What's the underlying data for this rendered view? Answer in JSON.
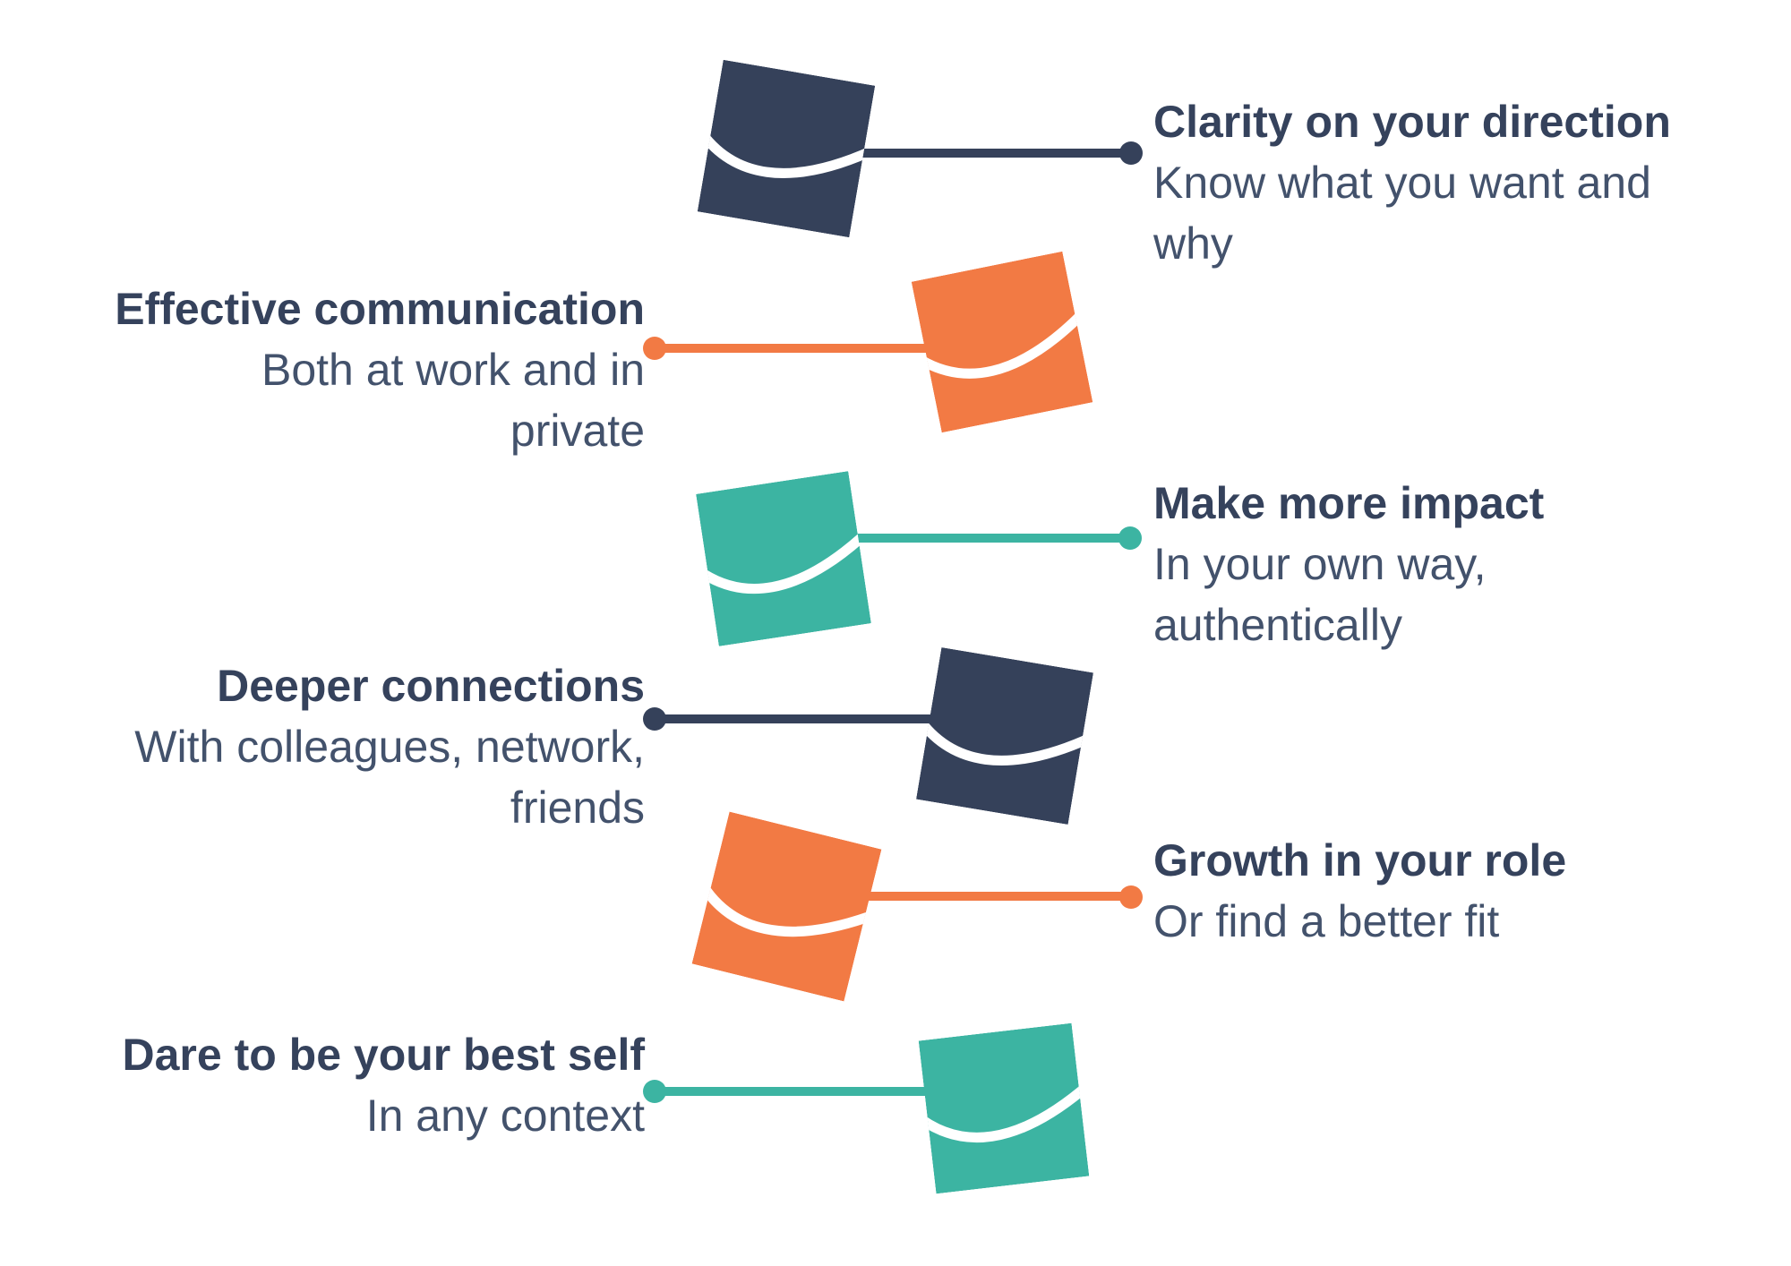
{
  "page": {
    "background": "#FFFFFF"
  },
  "colors": {
    "navy": "#35415A",
    "orange": "#F27A44",
    "teal": "#3CB4A2",
    "title_text": "#35425C",
    "subtitle_text": "#43526C"
  },
  "icon": {
    "name": "square-swoosh-logo-icon",
    "shape": "tilted square with white curved swoosh"
  },
  "items": [
    {
      "color": "navy",
      "text_side": "right",
      "title": "Clarity on your direction",
      "subtitle_lines": [
        "Know what you want and",
        "why"
      ]
    },
    {
      "color": "orange",
      "text_side": "left",
      "title": "Effective communication",
      "subtitle_lines": [
        "Both at work and in",
        "private"
      ]
    },
    {
      "color": "teal",
      "text_side": "right",
      "title": "Make more impact",
      "subtitle_lines": [
        "In your own way,",
        "authentically"
      ]
    },
    {
      "color": "navy",
      "text_side": "left",
      "title": "Deeper connections",
      "subtitle_lines": [
        "With colleagues, network,",
        "friends"
      ]
    },
    {
      "color": "orange",
      "text_side": "right",
      "title": "Growth in your role",
      "subtitle_lines": [
        "Or find a better fit"
      ]
    },
    {
      "color": "teal",
      "text_side": "left",
      "title": "Dare to be your best self",
      "subtitle_lines": [
        "In any context"
      ]
    }
  ]
}
